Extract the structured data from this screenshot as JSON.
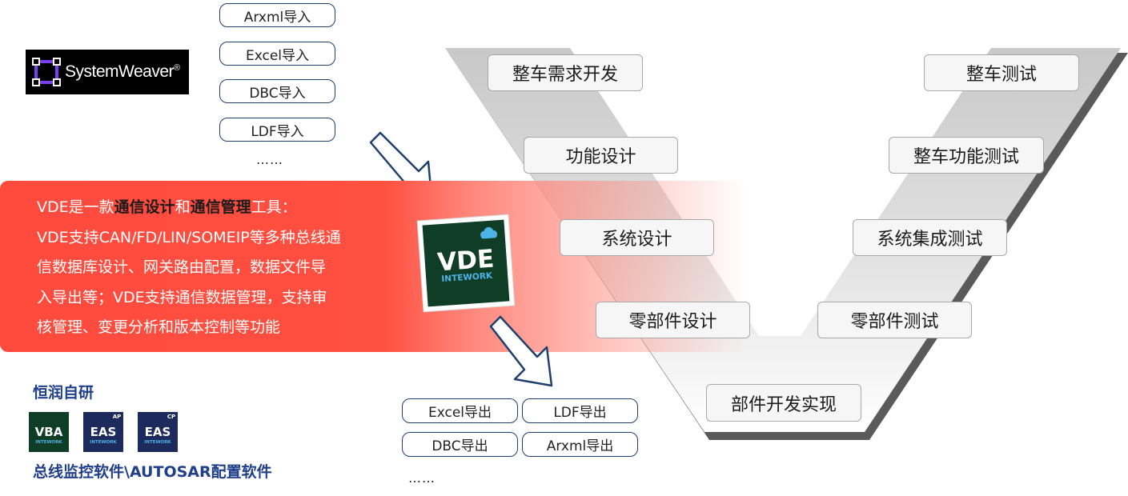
{
  "imports": {
    "items": [
      "Arxml导入",
      "Excel导入",
      "DBC导入",
      "LDF导入"
    ],
    "more": "……"
  },
  "exports": {
    "items": [
      "Excel导出",
      "LDF导出",
      "DBC导出",
      "Arxml导出"
    ],
    "more": "……"
  },
  "systemweaver_logo": {
    "text": "SystemWeaver",
    "mark": "®"
  },
  "vde_logo": {
    "title": "VDE",
    "subtitle": "INTEWORK",
    "icon": "cloud-icon"
  },
  "banner": {
    "seg1": "VDE是一款",
    "seg2": "通信设计",
    "seg3": "和",
    "seg4": "通信管理",
    "seg5": "工具：",
    "line2": "VDE支持CAN/FD/LIN/SOMEIP等多种总线通",
    "line3": "信数据库设计、网关路由配置，数据文件导",
    "line4": "入导出等；VDE支持通信数据管理，支持审",
    "line5": "核管理、变更分析和版本控制等功能"
  },
  "v_model": {
    "left": [
      "整车需求开发",
      "功能设计",
      "系统设计",
      "零部件设计"
    ],
    "bottom": "部件开发实现",
    "right": [
      "整车测试",
      "整车功能测试",
      "系统集成测试",
      "零部件测试"
    ]
  },
  "products": {
    "heading": "恒润自研",
    "icons": [
      {
        "title": "VBA",
        "subtitle": "INTEWORK",
        "tag": ""
      },
      {
        "title": "EAS",
        "subtitle": "INTEWORK",
        "tag": "AP"
      },
      {
        "title": "EAS",
        "subtitle": "INTEWORK",
        "tag": "CP"
      }
    ],
    "caption": "总线监控软件\\AUTOSAR配置软件"
  },
  "colors": {
    "accent_red": "#ff4a3e",
    "navy": "#1f3f6e",
    "brand_blue": "#1f3f8a",
    "vde_green": "#0f3d25"
  }
}
